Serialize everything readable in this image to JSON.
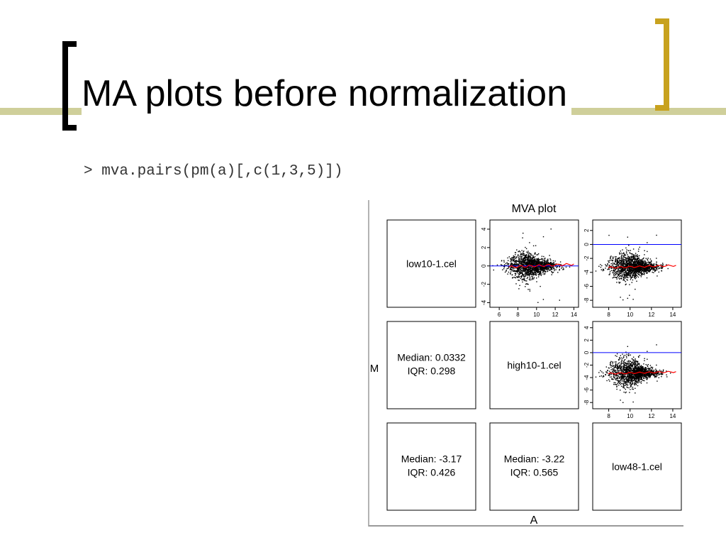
{
  "slide": {
    "title": "MA plots before normalization",
    "code": "> mva.pairs(pm(a)[,c(1,3,5)])"
  },
  "colors": {
    "bracket_left": "#000000",
    "bracket_right": "#c8a21e",
    "accent_line": "#cfcf9a",
    "points": "#000000",
    "loess": "#ff0000",
    "reference": "#0000ff"
  },
  "chart_data": {
    "type": "scatter",
    "title": "MVA plot",
    "xlabel": "A",
    "ylabel": "M",
    "panels": [
      {
        "row": 1,
        "col": 1,
        "kind": "label",
        "text": "low10-1.cel"
      },
      {
        "row": 1,
        "col": 2,
        "kind": "ma_scatter",
        "pair": "low10-1.cel vs high10-1.cel",
        "xlim": [
          5,
          14.5
        ],
        "ylim": [
          -4.5,
          5
        ],
        "xticks": [
          "6",
          "8",
          "10",
          "12",
          "14"
        ],
        "yticks": [
          "-4",
          "-2",
          "0",
          "2",
          "4"
        ],
        "center": 0.0332,
        "iqr": 0.298,
        "reference_line": 0
      },
      {
        "row": 1,
        "col": 3,
        "kind": "ma_scatter",
        "pair": "low10-1.cel vs low48-1.cel",
        "xlim": [
          6.5,
          14.8
        ],
        "ylim": [
          -9,
          3.5
        ],
        "xticks": [
          "8",
          "10",
          "12",
          "14"
        ],
        "yticks": [
          "-8",
          "-6",
          "-4",
          "-2",
          "0",
          "2"
        ],
        "center": -3.17,
        "iqr": 0.426,
        "reference_line": 0
      },
      {
        "row": 2,
        "col": 1,
        "kind": "stats",
        "median_text": "Median: 0.0332",
        "iqr_text": "IQR: 0.298"
      },
      {
        "row": 2,
        "col": 2,
        "kind": "label",
        "text": "high10-1.cel"
      },
      {
        "row": 2,
        "col": 3,
        "kind": "ma_scatter",
        "pair": "high10-1.cel vs low48-1.cel",
        "xlim": [
          6.5,
          14.8
        ],
        "ylim": [
          -9,
          5
        ],
        "xticks": [
          "8",
          "10",
          "12",
          "14"
        ],
        "yticks": [
          "-8",
          "-6",
          "-4",
          "-2",
          "0",
          "2",
          "4"
        ],
        "center": -3.22,
        "iqr": 0.565,
        "reference_line": 0
      },
      {
        "row": 3,
        "col": 1,
        "kind": "stats",
        "median_text": "Median: -3.17",
        "iqr_text": "IQR: 0.426"
      },
      {
        "row": 3,
        "col": 2,
        "kind": "stats",
        "median_text": "Median: -3.22",
        "iqr_text": "IQR: 0.565"
      },
      {
        "row": 3,
        "col": 3,
        "kind": "label",
        "text": "low48-1.cel"
      }
    ]
  }
}
